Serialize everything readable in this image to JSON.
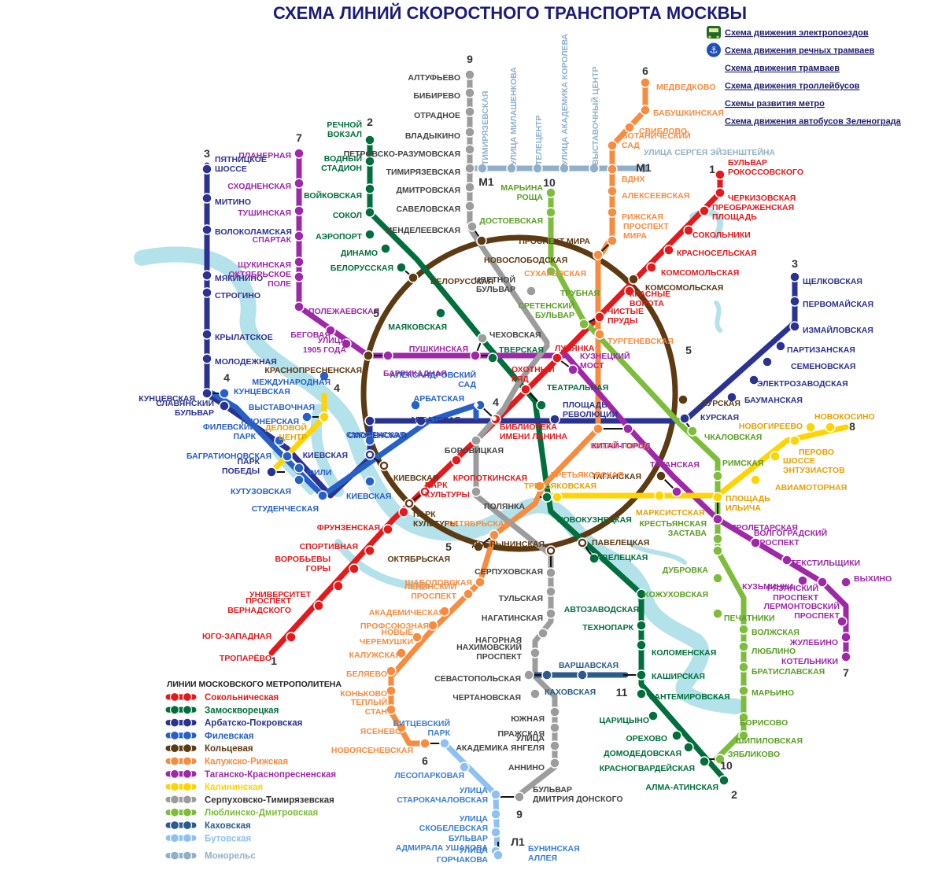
{
  "title": "СХЕМА ЛИНИЙ СКОРОСТНОГО ТРАНСПОРТА МОСКВЫ",
  "links": [
    {
      "label": "Схема движения электропоездов",
      "icon": "train-icon"
    },
    {
      "label": "Схема движения речных трамваев",
      "icon": "anchor-icon"
    },
    {
      "label": "Схема движения трамваев"
    },
    {
      "label": "Схема движения троллейбусов"
    },
    {
      "label": "Схемы развития метро"
    },
    {
      "label": "Схема движения автобусов Зеленограда"
    }
  ],
  "legend": {
    "title": "ЛИНИИ МОСКОВСКОГО МЕТРОПОЛИТЕНА",
    "items": [
      {
        "label": "Сокольническая",
        "color": "#e4191b"
      },
      {
        "label": "Замоскворецкая",
        "color": "#006f3c"
      },
      {
        "label": "Арбатско-Покровская",
        "color": "#2b3391"
      },
      {
        "label": "Филевская",
        "color": "#2660c7"
      },
      {
        "label": "Кольцевая",
        "color": "#5c3a12"
      },
      {
        "label": "Калужско-Рижская",
        "color": "#f78c3f"
      },
      {
        "label": "Таганско-Краснопресненская",
        "color": "#9e28a8"
      },
      {
        "label": "Калининская",
        "color": "#ffd400"
      },
      {
        "label": "Серпуховско-Тимирязевская",
        "color": "#9c9c9c"
      },
      {
        "label": "Люблинско-Дмитровская",
        "color": "#7ebd3c"
      },
      {
        "label": "Каховская",
        "color": "#2b5c8a"
      },
      {
        "label": "Бутовская",
        "color": "#8fc1f0"
      },
      {
        "label": "Монорельс",
        "color": "#8fb0c8"
      }
    ]
  },
  "line_numbers": [
    "1",
    "2",
    "3",
    "4",
    "5",
    "6",
    "7",
    "8",
    "9",
    "10",
    "11",
    "М1",
    "Л1"
  ],
  "stations": [
    {
      "id": "s1",
      "name": "БУЛЬВАР РОКОССОВСКОГО",
      "color": "#e4191b"
    },
    {
      "id": "s2",
      "name": "ЧЕРКИЗОВСКАЯ",
      "color": "#e4191b"
    },
    {
      "id": "s3",
      "name": "ПРЕОБРАЖЕНСКАЯ ПЛОЩАДЬ",
      "color": "#e4191b"
    },
    {
      "id": "s4",
      "name": "СОКОЛЬНИКИ",
      "color": "#e4191b"
    },
    {
      "id": "s5",
      "name": "КРАСНОСЕЛЬСКАЯ",
      "color": "#e4191b"
    },
    {
      "id": "s6",
      "name": "КОМСОМОЛЬСКАЯ",
      "color": "#e4191b"
    },
    {
      "id": "s7",
      "name": "КРАСНЫЕ ВОРОТА",
      "color": "#e4191b"
    },
    {
      "id": "s8",
      "name": "ЧИСТЫЕ ПРУДЫ",
      "color": "#e4191b"
    },
    {
      "id": "s9",
      "name": "ЛУБЯНКА",
      "color": "#e4191b"
    },
    {
      "id": "s10",
      "name": "ОХОТНЫЙ РЯД",
      "color": "#e4191b"
    },
    {
      "id": "s11",
      "name": "БИБЛИОТЕКА ИМЕНИ ЛЕНИНА",
      "color": "#e4191b"
    },
    {
      "id": "s12",
      "name": "КРОПОТКИНСКАЯ",
      "color": "#e4191b"
    },
    {
      "id": "s13",
      "name": "ПАРК КУЛЬТУРЫ",
      "color": "#e4191b"
    },
    {
      "id": "s14",
      "name": "ФРУНЗЕНСКАЯ",
      "color": "#e4191b"
    },
    {
      "id": "s15",
      "name": "СПОРТИВНАЯ",
      "color": "#e4191b"
    },
    {
      "id": "s16",
      "name": "ВОРОБЬЕВЫ ГОРЫ",
      "color": "#e4191b"
    },
    {
      "id": "s17",
      "name": "УНИВЕРСИТЕТ",
      "color": "#e4191b"
    },
    {
      "id": "s18",
      "name": "ПРОСПЕКТ ВЕРНАДСКОГО",
      "color": "#e4191b"
    },
    {
      "id": "s19",
      "name": "ЮГО-ЗАПАДНАЯ",
      "color": "#e4191b"
    },
    {
      "id": "s20",
      "name": "ТРОПАРЁВО",
      "color": "#e4191b"
    },
    {
      "id": "s21",
      "name": "РЕЧНОЙ ВОКЗАЛ",
      "color": "#006f3c"
    },
    {
      "id": "s22",
      "name": "ВОДНЫЙ СТАДИОН",
      "color": "#006f3c"
    },
    {
      "id": "s23",
      "name": "ВОЙКОВСКАЯ",
      "color": "#006f3c"
    },
    {
      "id": "s24",
      "name": "СОКОЛ",
      "color": "#006f3c"
    },
    {
      "id": "s25",
      "name": "АЭРОПОРТ",
      "color": "#006f3c"
    },
    {
      "id": "s26",
      "name": "ДИНАМО",
      "color": "#006f3c"
    },
    {
      "id": "s27",
      "name": "БЕЛОРУССКАЯ",
      "color": "#006f3c"
    },
    {
      "id": "s28",
      "name": "МАЯКОВСКАЯ",
      "color": "#006f3c"
    },
    {
      "id": "s29",
      "name": "ТВЕРСКАЯ",
      "color": "#006f3c"
    },
    {
      "id": "s30",
      "name": "ТЕАТРАЛЬНАЯ",
      "color": "#006f3c"
    },
    {
      "id": "s31",
      "name": "НОВОКУЗНЕЦКАЯ",
      "color": "#006f3c"
    },
    {
      "id": "s32",
      "name": "ПАВЕЛЕЦКАЯ",
      "color": "#006f3c"
    },
    {
      "id": "s33",
      "name": "АВТОЗАВОДСКАЯ",
      "color": "#006f3c"
    },
    {
      "id": "s34",
      "name": "ТЕХНОПАРК",
      "color": "#006f3c"
    },
    {
      "id": "s35",
      "name": "КОЛОМЕНСКАЯ",
      "color": "#006f3c"
    },
    {
      "id": "s36",
      "name": "КАШИРСКАЯ",
      "color": "#006f3c"
    },
    {
      "id": "s37",
      "name": "КАНТЕМИРОВСКАЯ",
      "color": "#006f3c"
    },
    {
      "id": "s38",
      "name": "ЦАРИЦЫНО",
      "color": "#006f3c"
    },
    {
      "id": "s39",
      "name": "ОРЕХОВО",
      "color": "#006f3c"
    },
    {
      "id": "s40",
      "name": "ДОМОДЕДОВСКАЯ",
      "color": "#006f3c"
    },
    {
      "id": "s41",
      "name": "КРАСНОГВАРДЕЙСКАЯ",
      "color": "#006f3c"
    },
    {
      "id": "s42",
      "name": "АЛМА-АТИНСКАЯ",
      "color": "#006f3c"
    },
    {
      "id": "s43",
      "name": "ПЯТНИЦКОЕ ШОССЕ",
      "color": "#2b3391"
    },
    {
      "id": "s44",
      "name": "МИТИНО",
      "color": "#2b3391"
    },
    {
      "id": "s45",
      "name": "ВОЛОКОЛАМСКАЯ",
      "color": "#2b3391"
    },
    {
      "id": "s46",
      "name": "МЯКИНИНО",
      "color": "#2b3391"
    },
    {
      "id": "s47",
      "name": "СТРОГИНО",
      "color": "#2b3391"
    },
    {
      "id": "s48",
      "name": "КРЫЛАТСКОЕ",
      "color": "#2b3391"
    },
    {
      "id": "s49",
      "name": "МОЛОДЕЖНАЯ",
      "color": "#2b3391"
    },
    {
      "id": "s50",
      "name": "КУНЦЕВСКАЯ",
      "color": "#2b3391"
    },
    {
      "id": "s51",
      "name": "СЛАВЯНСКИЙ БУЛЬВАР",
      "color": "#2b3391"
    },
    {
      "id": "s52",
      "name": "ПАРК ПОБЕДЫ",
      "color": "#2b3391"
    },
    {
      "id": "s53",
      "name": "КИЕВСКАЯ",
      "color": "#2b3391"
    },
    {
      "id": "s54",
      "name": "СМОЛЕНСКАЯ",
      "color": "#2b3391"
    },
    {
      "id": "s55",
      "name": "АРБАТСКАЯ",
      "color": "#2b3391"
    },
    {
      "id": "s56",
      "name": "ПЛОЩАДЬ РЕВОЛЮЦИИ",
      "color": "#2b3391"
    },
    {
      "id": "s57",
      "name": "КУРСКАЯ",
      "color": "#2b3391"
    },
    {
      "id": "s58",
      "name": "БАУМАНСКАЯ",
      "color": "#2b3391"
    },
    {
      "id": "s59",
      "name": "ЭЛЕКТРОЗАВОДСКАЯ",
      "color": "#2b3391"
    },
    {
      "id": "s60",
      "name": "СЕМЕНОВСКАЯ",
      "color": "#2b3391"
    },
    {
      "id": "s61",
      "name": "ПАРТИЗАНСКАЯ",
      "color": "#2b3391"
    },
    {
      "id": "s62",
      "name": "ИЗМАЙЛОВСКАЯ",
      "color": "#2b3391"
    },
    {
      "id": "s63",
      "name": "ПЕРВОМАЙСКАЯ",
      "color": "#2b3391"
    },
    {
      "id": "s64",
      "name": "ЩЕЛКОВСКАЯ",
      "color": "#2b3391"
    },
    {
      "id": "s65",
      "name": "КУНЦЕВСКАЯ",
      "color": "#2660c7"
    },
    {
      "id": "s66",
      "name": "ПИОНЕРСКАЯ",
      "color": "#2660c7"
    },
    {
      "id": "s67",
      "name": "ФИЛЕВСКИЙ ПАРК",
      "color": "#2660c7"
    },
    {
      "id": "s68",
      "name": "БАГРАТИОНОВСКАЯ",
      "color": "#2660c7"
    },
    {
      "id": "s69",
      "name": "ФИЛИ",
      "color": "#2660c7"
    },
    {
      "id": "s70",
      "name": "КУТУЗОВСКАЯ",
      "color": "#2660c7"
    },
    {
      "id": "s71",
      "name": "СТУДЕНЧЕСКАЯ",
      "color": "#2660c7"
    },
    {
      "id": "s72",
      "name": "МЕЖДУНАРОДНАЯ",
      "color": "#2660c7"
    },
    {
      "id": "s73",
      "name": "ВЫСТАВОЧНАЯ",
      "color": "#2660c7"
    },
    {
      "id": "s74",
      "name": "КИЕВСКАЯ",
      "color": "#2660c7"
    },
    {
      "id": "s75",
      "name": "СМОЛЕНСКАЯ",
      "color": "#2660c7"
    },
    {
      "id": "s76",
      "name": "АРБАТСКАЯ",
      "color": "#2660c7"
    },
    {
      "id": "s77",
      "name": "АЛЕКСАНДРОВСКИЙ САД",
      "color": "#2660c7"
    },
    {
      "id": "s78",
      "name": "НОВОСЛОБОДСКАЯ",
      "color": "#5c3a12"
    },
    {
      "id": "s79",
      "name": "ПРОСПЕКТ МИРА",
      "color": "#5c3a12"
    },
    {
      "id": "s80",
      "name": "КОМСОМОЛЬСКАЯ",
      "color": "#5c3a12"
    },
    {
      "id": "s81",
      "name": "КУРСКАЯ",
      "color": "#5c3a12"
    },
    {
      "id": "s82",
      "name": "ТАГАНСКАЯ",
      "color": "#5c3a12"
    },
    {
      "id": "s83",
      "name": "ПАВЕЛЕЦКАЯ",
      "color": "#5c3a12"
    },
    {
      "id": "s84",
      "name": "ДОБРЫНИНСКАЯ",
      "color": "#5c3a12"
    },
    {
      "id": "s85",
      "name": "ОКТЯБРЬСКАЯ",
      "color": "#5c3a12"
    },
    {
      "id": "s86",
      "name": "ПАРК КУЛЬТУРЫ",
      "color": "#5c3a12"
    },
    {
      "id": "s87",
      "name": "КИЕВСКАЯ",
      "color": "#5c3a12"
    },
    {
      "id": "s88",
      "name": "КРАСНОПРЕСНЕНСКАЯ",
      "color": "#5c3a12"
    },
    {
      "id": "s89",
      "name": "БЕЛОРУССКАЯ",
      "color": "#5c3a12"
    },
    {
      "id": "s90",
      "name": "МЕДВЕДКОВО",
      "color": "#f78c3f"
    },
    {
      "id": "s91",
      "name": "БАБУШКИНСКАЯ",
      "color": "#f78c3f"
    },
    {
      "id": "s92",
      "name": "СВИБЛОВО",
      "color": "#f78c3f"
    },
    {
      "id": "s93",
      "name": "БОТАНИЧЕСКИЙ САД",
      "color": "#f78c3f"
    },
    {
      "id": "s94",
      "name": "ВДНХ",
      "color": "#f78c3f"
    },
    {
      "id": "s95",
      "name": "АЛЕКСЕЕВСКАЯ",
      "color": "#f78c3f"
    },
    {
      "id": "s96",
      "name": "РИЖСКАЯ",
      "color": "#f78c3f"
    },
    {
      "id": "s97",
      "name": "ПРОСПЕКТ МИРА",
      "color": "#f78c3f"
    },
    {
      "id": "s98",
      "name": "СУХАРЕВСКАЯ",
      "color": "#f78c3f"
    },
    {
      "id": "s99",
      "name": "ТУРГЕНЕВСКАЯ",
      "color": "#f78c3f"
    },
    {
      "id": "s100",
      "name": "КИТАЙ-ГОРОД",
      "color": "#f78c3f"
    },
    {
      "id": "s101",
      "name": "ТРЕТЬЯКОВСКАЯ",
      "color": "#f78c3f"
    },
    {
      "id": "s102",
      "name": "ОКТЯБРЬСКАЯ",
      "color": "#f78c3f"
    },
    {
      "id": "s103",
      "name": "ШАБОЛОВСКАЯ",
      "color": "#f78c3f"
    },
    {
      "id": "s104",
      "name": "ЛЕНИНСКИЙ ПРОСПЕКТ",
      "color": "#f78c3f"
    },
    {
      "id": "s105",
      "name": "АКАДЕМИЧЕСКАЯ",
      "color": "#f78c3f"
    },
    {
      "id": "s106",
      "name": "ПРОФСОЮЗНАЯ",
      "color": "#f78c3f"
    },
    {
      "id": "s107",
      "name": "НОВЫЕ ЧЕРЕМУШКИ",
      "color": "#f78c3f"
    },
    {
      "id": "s108",
      "name": "КАЛУЖСКАЯ",
      "color": "#f78c3f"
    },
    {
      "id": "s109",
      "name": "БЕЛЯЕВО",
      "color": "#f78c3f"
    },
    {
      "id": "s110",
      "name": "КОНЬКОВО",
      "color": "#f78c3f"
    },
    {
      "id": "s111",
      "name": "ТЕПЛЫЙ СТАН",
      "color": "#f78c3f"
    },
    {
      "id": "s112",
      "name": "ЯСЕНЕВО",
      "color": "#f78c3f"
    },
    {
      "id": "s113",
      "name": "НОВОЯСЕНЕВСКАЯ",
      "color": "#f78c3f"
    },
    {
      "id": "s114",
      "name": "ПЛАНЕРНАЯ",
      "color": "#9e28a8"
    },
    {
      "id": "s115",
      "name": "СХОДНЕНСКАЯ",
      "color": "#9e28a8"
    },
    {
      "id": "s116",
      "name": "ТУШИНСКАЯ",
      "color": "#9e28a8"
    },
    {
      "id": "s117",
      "name": "СПАРТАК",
      "color": "#9e28a8"
    },
    {
      "id": "s118",
      "name": "ЩУКИНСКАЯ",
      "color": "#9e28a8"
    },
    {
      "id": "s119",
      "name": "ОКТЯБРЬСКОЕ ПОЛЕ",
      "color": "#9e28a8"
    },
    {
      "id": "s120",
      "name": "ПОЛЕЖАЕВСКАЯ",
      "color": "#9e28a8"
    },
    {
      "id": "s121",
      "name": "БЕГОВАЯ",
      "color": "#9e28a8"
    },
    {
      "id": "s122",
      "name": "УЛИЦА 1905 ГОДА",
      "color": "#9e28a8"
    },
    {
      "id": "s123",
      "name": "БАРРИКАДНАЯ",
      "color": "#9e28a8"
    },
    {
      "id": "s124",
      "name": "ПУШКИНСКАЯ",
      "color": "#9e28a8"
    },
    {
      "id": "s125",
      "name": "КУЗНЕЦКИЙ МОСТ",
      "color": "#9e28a8"
    },
    {
      "id": "s126",
      "name": "КИТАЙ-ГОРОД",
      "color": "#9e28a8"
    },
    {
      "id": "s127",
      "name": "ТАГАНСКАЯ",
      "color": "#9e28a8"
    },
    {
      "id": "s128",
      "name": "ПРОЛЕТАРСКАЯ",
      "color": "#9e28a8"
    },
    {
      "id": "s129",
      "name": "ВОЛГОГРАДСКИЙ ПРОСПЕКТ",
      "color": "#9e28a8"
    },
    {
      "id": "s130",
      "name": "ТЕКСТИЛЬЩИКИ",
      "color": "#9e28a8"
    },
    {
      "id": "s131",
      "name": "КУЗЬМИНКИ",
      "color": "#9e28a8"
    },
    {
      "id": "s132",
      "name": "РЯЗАНСКИЙ ПРОСПЕКТ",
      "color": "#9e28a8"
    },
    {
      "id": "s133",
      "name": "ВЫХИНО",
      "color": "#9e28a8"
    },
    {
      "id": "s134",
      "name": "ЛЕРМОНТОВСКИЙ ПРОСПЕКТ",
      "color": "#9e28a8"
    },
    {
      "id": "s135",
      "name": "ЖУЛЕБИНО",
      "color": "#9e28a8"
    },
    {
      "id": "s136",
      "name": "КОТЕЛЬНИКИ",
      "color": "#9e28a8"
    },
    {
      "id": "s137",
      "name": "НОВОКОСИНО",
      "color": "#e5a100"
    },
    {
      "id": "s138",
      "name": "НОВОГИРЕЕВО",
      "color": "#e5a100"
    },
    {
      "id": "s139",
      "name": "ПЕРОВО",
      "color": "#e5a100"
    },
    {
      "id": "s140",
      "name": "ШОССЕ ЭНТУЗИАСТОВ",
      "color": "#e5a100"
    },
    {
      "id": "s141",
      "name": "АВИАМОТОРНАЯ",
      "color": "#e5a100"
    },
    {
      "id": "s142",
      "name": "ПЛОЩАДЬ ИЛЬИЧА",
      "color": "#e5a100"
    },
    {
      "id": "s143",
      "name": "МАРКСИСТСКАЯ",
      "color": "#e5a100"
    },
    {
      "id": "s144",
      "name": "ТРЕТЬЯКОВСКАЯ",
      "color": "#e5a100"
    },
    {
      "id": "s145",
      "name": "ДЕЛОВОЙ ЦЕНТР",
      "color": "#e5a100"
    },
    {
      "id": "s146",
      "name": "АЛТУФЬЕВО",
      "color": "#444444"
    },
    {
      "id": "s147",
      "name": "БИБИРЕВО",
      "color": "#444444"
    },
    {
      "id": "s148",
      "name": "ОТРАДНОЕ",
      "color": "#444444"
    },
    {
      "id": "s149",
      "name": "ВЛАДЫКИНО",
      "color": "#444444"
    },
    {
      "id": "s150",
      "name": "ПЕТРОВСКО-РАЗУМОВСКАЯ",
      "color": "#444444"
    },
    {
      "id": "s151",
      "name": "ТИМИРЯЗЕВСКАЯ",
      "color": "#444444"
    },
    {
      "id": "s152",
      "name": "ДМИТРОВСКАЯ",
      "color": "#444444"
    },
    {
      "id": "s153",
      "name": "САВЕЛОВСКАЯ",
      "color": "#444444"
    },
    {
      "id": "s154",
      "name": "МЕНДЕЛЕЕВСКАЯ",
      "color": "#444444"
    },
    {
      "id": "s155",
      "name": "ЦВЕТНОЙ БУЛЬВАР",
      "color": "#444444"
    },
    {
      "id": "s156",
      "name": "ЧЕХОВСКАЯ",
      "color": "#444444"
    },
    {
      "id": "s157",
      "name": "БОРОВИЦКАЯ",
      "color": "#444444"
    },
    {
      "id": "s158",
      "name": "ПОЛЯНКА",
      "color": "#444444"
    },
    {
      "id": "s159",
      "name": "СЕРПУХОВСКАЯ",
      "color": "#444444"
    },
    {
      "id": "s160",
      "name": "ТУЛЬСКАЯ",
      "color": "#444444"
    },
    {
      "id": "s161",
      "name": "НАГАТИНСКАЯ",
      "color": "#444444"
    },
    {
      "id": "s162",
      "name": "НАГОРНАЯ",
      "color": "#444444"
    },
    {
      "id": "s163",
      "name": "НАХИМОВСКИЙ ПРОСПЕКТ",
      "color": "#444444"
    },
    {
      "id": "s164",
      "name": "СЕВАСТОПОЛЬСКАЯ",
      "color": "#444444"
    },
    {
      "id": "s165",
      "name": "ЧЕРТАНОВСКАЯ",
      "color": "#444444"
    },
    {
      "id": "s166",
      "name": "ЮЖНАЯ",
      "color": "#444444"
    },
    {
      "id": "s167",
      "name": "ПРАЖСКАЯ",
      "color": "#444444"
    },
    {
      "id": "s168",
      "name": "УЛИЦА АКАДЕМИКА ЯНГЕЛЯ",
      "color": "#444444"
    },
    {
      "id": "s169",
      "name": "АННИНО",
      "color": "#444444"
    },
    {
      "id": "s170",
      "name": "БУЛЬВАР ДМИТРИЯ ДОНСКОГО",
      "color": "#444444"
    },
    {
      "id": "s171",
      "name": "МАРЬИНА РОЩА",
      "color": "#5a9e22"
    },
    {
      "id": "s172",
      "name": "ДОСТОЕВСКАЯ",
      "color": "#5a9e22"
    },
    {
      "id": "s173",
      "name": "ТРУБНАЯ",
      "color": "#5a9e22"
    },
    {
      "id": "s174",
      "name": "СРЕТЕНСКИЙ БУЛЬВАР",
      "color": "#5a9e22"
    },
    {
      "id": "s175",
      "name": "ЧКАЛОВСКАЯ",
      "color": "#5a9e22"
    },
    {
      "id": "s176",
      "name": "РИМСКАЯ",
      "color": "#5a9e22"
    },
    {
      "id": "s177",
      "name": "КРЕСТЬЯНСКАЯ ЗАСТАВА",
      "color": "#5a9e22"
    },
    {
      "id": "s178",
      "name": "ДУБРОВКА",
      "color": "#5a9e22"
    },
    {
      "id": "s179",
      "name": "КОЖУХОВСКАЯ",
      "color": "#5a9e22"
    },
    {
      "id": "s180",
      "name": "ПЕЧАТНИКИ",
      "color": "#5a9e22"
    },
    {
      "id": "s181",
      "name": "ВОЛЖСКАЯ",
      "color": "#5a9e22"
    },
    {
      "id": "s182",
      "name": "ЛЮБЛИНО",
      "color": "#5a9e22"
    },
    {
      "id": "s183",
      "name": "БРАТИСЛАВСКАЯ",
      "color": "#5a9e22"
    },
    {
      "id": "s184",
      "name": "МАРЬИНО",
      "color": "#5a9e22"
    },
    {
      "id": "s185",
      "name": "БОРИСОВО",
      "color": "#5a9e22"
    },
    {
      "id": "s186",
      "name": "ШИПИЛОВСКАЯ",
      "color": "#5a9e22"
    },
    {
      "id": "s187",
      "name": "ЗЯБЛИКОВО",
      "color": "#5a9e22"
    },
    {
      "id": "s188",
      "name": "ВАРШАВСКАЯ",
      "color": "#2b5c8a"
    },
    {
      "id": "s189",
      "name": "КАХОВСКАЯ",
      "color": "#2b5c8a"
    },
    {
      "id": "s190",
      "name": "БИТЦЕВСКИЙ ПАРК",
      "color": "#3b7fd1"
    },
    {
      "id": "s191",
      "name": "ЛЕСОПАРКОВАЯ",
      "color": "#3b7fd1"
    },
    {
      "id": "s192",
      "name": "УЛИЦА СТАРОКАЧАЛОВСКАЯ",
      "color": "#3b7fd1"
    },
    {
      "id": "s193",
      "name": "УЛИЦА СКОБЕЛЕВСКАЯ",
      "color": "#3b7fd1"
    },
    {
      "id": "s194",
      "name": "БУЛЬВАР АДМИРАЛА УШАКОВА",
      "color": "#3b7fd1"
    },
    {
      "id": "s195",
      "name": "УЛИЦА ГОРЧАКОВА",
      "color": "#3b7fd1"
    },
    {
      "id": "s196",
      "name": "БУНИНСКАЯ АЛЛЕЯ",
      "color": "#3b7fd1"
    },
    {
      "id": "s197",
      "name": "ТИМИРЯЗЕВСКАЯ",
      "color": "#8fb0c8"
    },
    {
      "id": "s198",
      "name": "УЛИЦА МИЛАШЕНКОВА",
      "color": "#8fb0c8"
    },
    {
      "id": "s199",
      "name": "ТЕЛЕЦЕНТР",
      "color": "#8fb0c8"
    },
    {
      "id": "s200",
      "name": "УЛИЦА АКАДЕМИКА КОРОЛЕВА",
      "color": "#8fb0c8"
    },
    {
      "id": "s201",
      "name": "ВЫСТАВОЧНЫЙ ЦЕНТР",
      "color": "#8fb0c8"
    },
    {
      "id": "s202",
      "name": "УЛИЦА СЕРГЕЯ ЭЙЗЕНШТЕЙНА",
      "color": "#8fb0c8"
    }
  ]
}
